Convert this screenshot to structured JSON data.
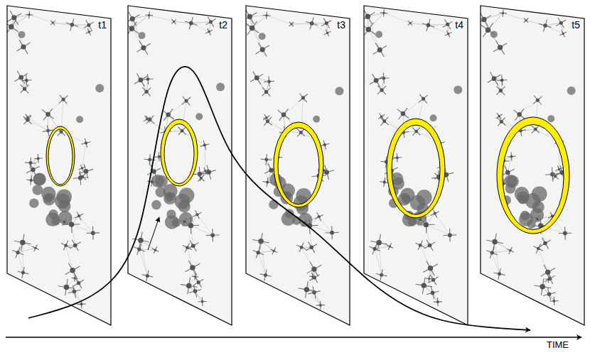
{
  "diagram": {
    "labels": [
      "t1",
      "t2",
      "t3",
      "t4",
      "t5",
      "TIME"
    ]
  }
}
